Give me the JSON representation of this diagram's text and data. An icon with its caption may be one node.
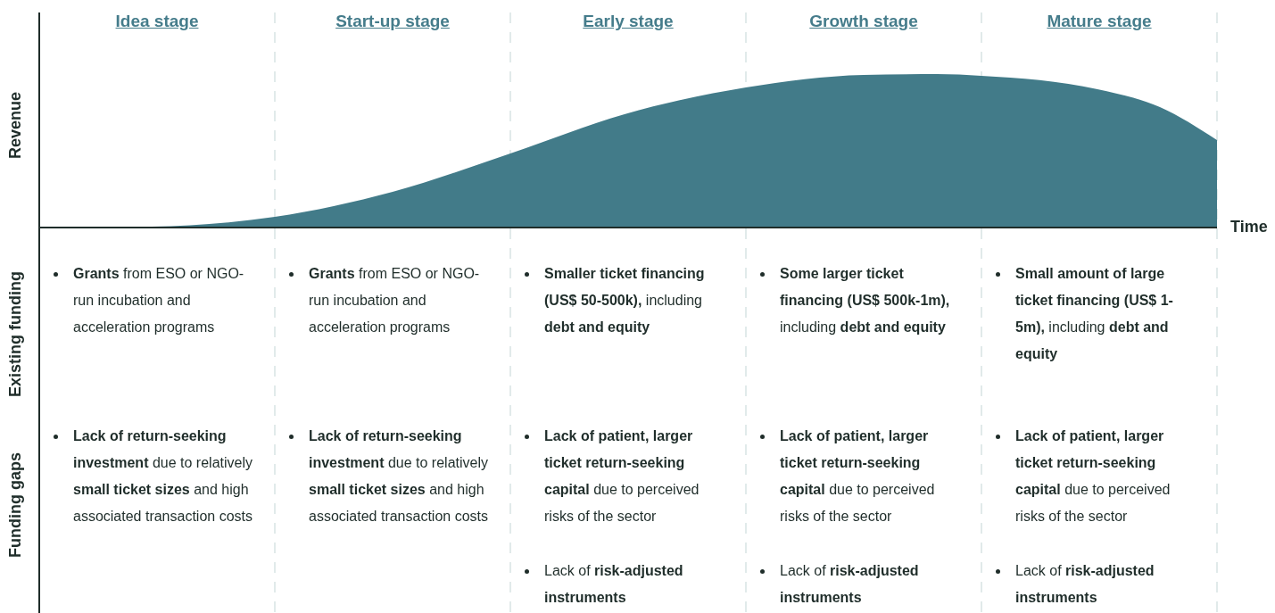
{
  "diagram": {
    "labels": [
      "Idea stage",
      "Start-up stage",
      "Early stage",
      "Growth stage",
      "Mature stage",
      "Revenue",
      "Time",
      "Existing funding",
      "**Grants** from ESO or NGO-run incubation and acceleration programs",
      "**Grants** from ESO or NGO-run incubation and acceleration programs",
      "**Smaller ticket financing (US$ 50-500k),** including **debt and equity**",
      "**Some larger ticket financing (US$ 500k-1m),** including **debt and equity**",
      "**Small amount of large ticket financing (US$ 1-5m),** including **debt and equity**",
      "Funding gaps",
      "**Lack of return-seeking investment** due to relatively **small ticket sizes** and high associated transaction costs",
      "**Lack of return-seeking investment** due to relatively **small ticket sizes** and high associated transaction costs",
      "**Lack of patient, larger ticket return-seeking capital** due to perceived risks of the sector",
      "**Lack of patient, larger ticket return-seeking capital** due to perceived risks of the sector",
      "**Lack of patient, larger ticket return-seeking capital** due to perceived risks of the sector",
      "Lack of **risk-adjusted instruments**",
      "Lack of **risk-adjusted instruments**",
      "Lack of **risk-adjusted instruments**"
    ]
  }
}
